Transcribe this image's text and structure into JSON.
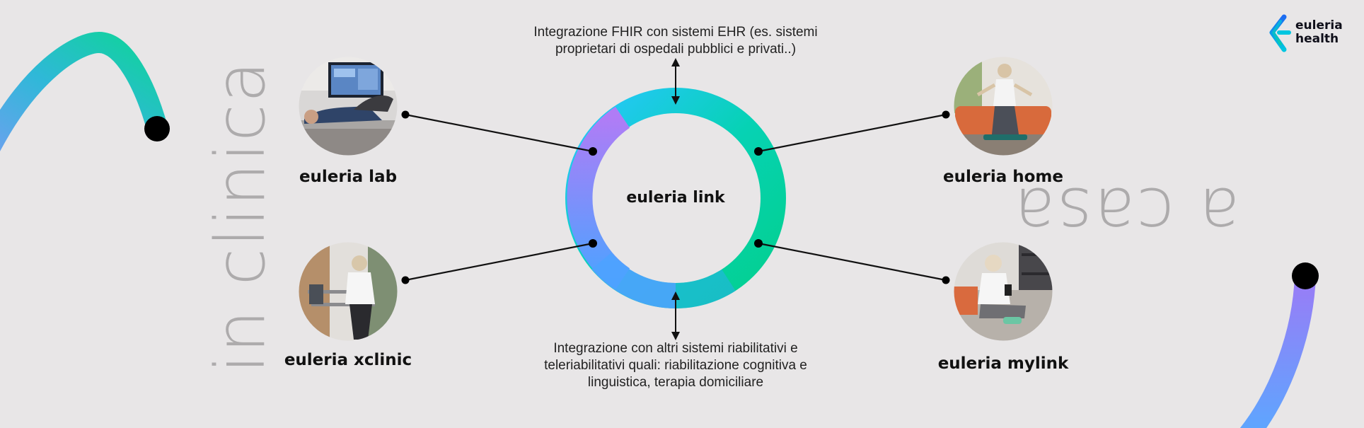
{
  "side_labels": {
    "left": "in clinica",
    "right": "a casa"
  },
  "brand": {
    "line1": "euleria",
    "line2": "health",
    "colors": [
      "#1d6cf2",
      "#00c6e0",
      "#08d39b"
    ]
  },
  "center": {
    "label": "euleria link",
    "ring_colors": [
      "#00c8f8",
      "#05d4a0",
      "#4aa6ff",
      "#a77cf6"
    ]
  },
  "nodes": [
    {
      "id": "lab",
      "label": "euleria lab",
      "photo": "patient-on-treatment-bed-photo-icon"
    },
    {
      "id": "xclinic",
      "label": "euleria xclinic",
      "photo": "woman-at-parallel-bars-photo-icon"
    },
    {
      "id": "home",
      "label": "euleria home",
      "photo": "woman-balancing-on-board-photo-icon"
    },
    {
      "id": "mylink",
      "label": "euleria mylink",
      "photo": "woman-with-smartphone-photo-icon"
    }
  ],
  "notes": {
    "top": [
      "Integrazione FHIR con sistemi EHR (es. sistemi",
      "proprietari di ospedali pubblici e privati..)"
    ],
    "bottom": [
      "Integrazione con altri sistemi riabilitativi e",
      "teleriabilitativi quali: riabilitazione cognitiva e",
      "linguistica, terapia domiciliare"
    ]
  },
  "decor_colors": {
    "left_arc": [
      "#6fa0f0",
      "#2fb8d8",
      "#0fd49a"
    ],
    "right_arc": [
      "#5aa8ff",
      "#9b7bf6"
    ],
    "dots": "#000000",
    "connectors": "#111111"
  }
}
